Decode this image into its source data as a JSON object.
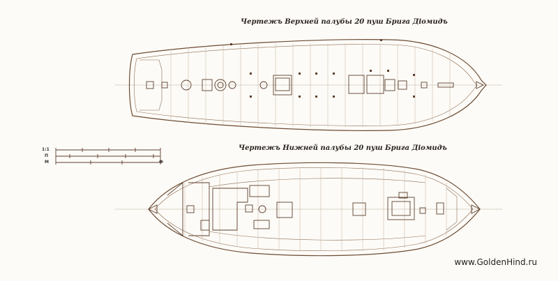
{
  "titles": {
    "upper_deck": "Чертежъ Верхней палубы 20 пуш Брига Діомидъ",
    "lower_deck": "Чертежъ Нижней палубы 20 пуш Брига Діомидъ"
  },
  "scale_labels": [
    "1:1",
    "П",
    "М",
    "Ф"
  ],
  "website": "www.GoldenHind.ru",
  "colors": {
    "background": "#fdfbf7",
    "hull_line": "#6b4a32",
    "planking": "#cdbcaa"
  }
}
